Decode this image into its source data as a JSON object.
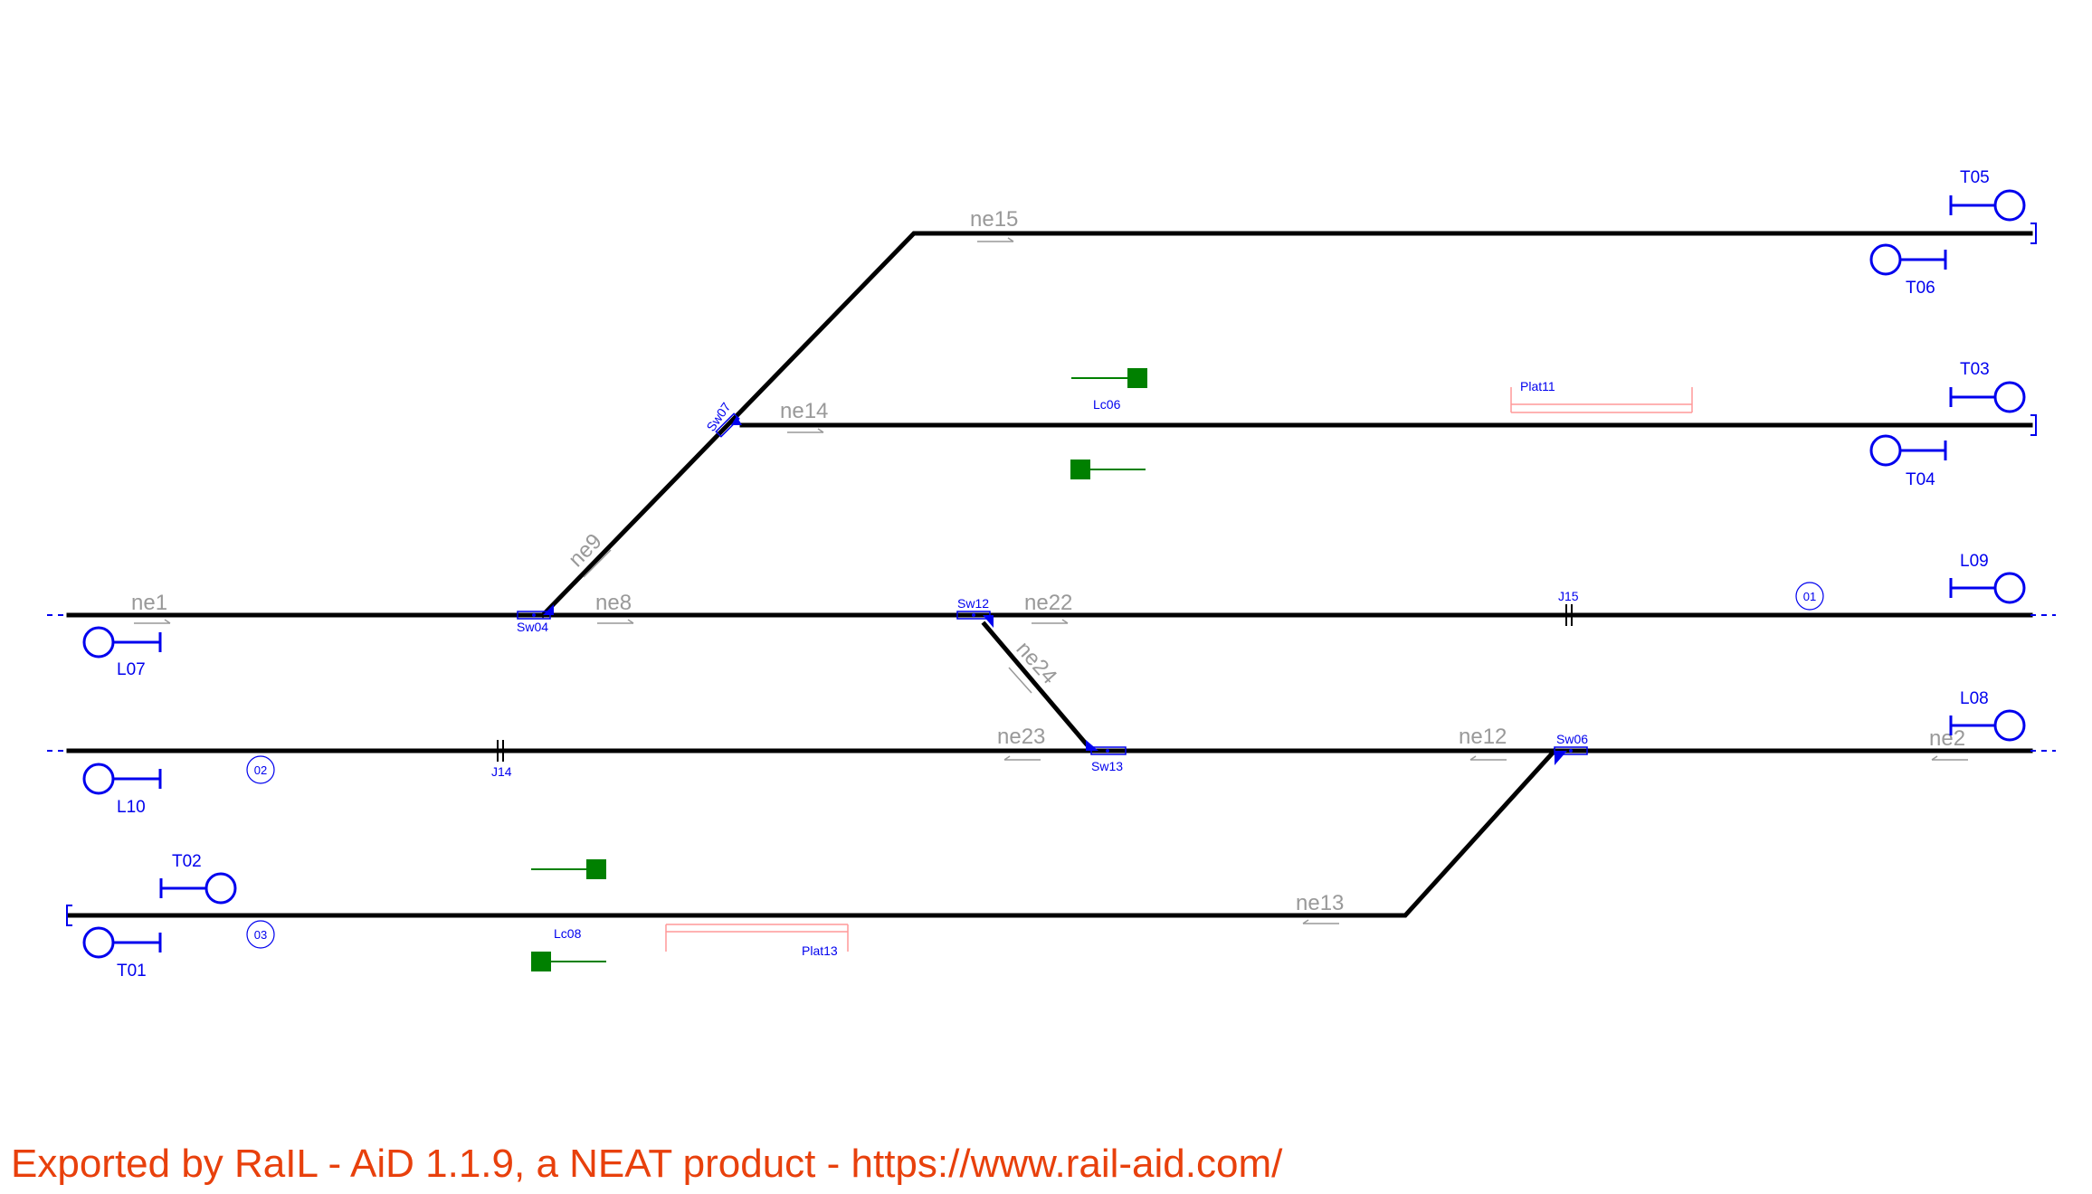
{
  "colors": {
    "track": "#000000",
    "edge_label": "#999999",
    "signal": "#0000ee",
    "level_crossing": "#008000",
    "platform": "#ff9999",
    "footer": "#e8400c"
  },
  "edges": [
    "ne1",
    "ne8",
    "ne9",
    "ne15",
    "ne14",
    "ne22",
    "ne24",
    "ne23",
    "ne12",
    "ne2",
    "ne13"
  ],
  "switches": [
    "Sw04",
    "Sw07",
    "Sw12",
    "Sw13",
    "Sw06"
  ],
  "joints": [
    "J15",
    "J14"
  ],
  "signals": [
    "T05",
    "T06",
    "T03",
    "T04",
    "L09",
    "L08",
    "L07",
    "L10",
    "T02",
    "T01"
  ],
  "level_crossings": [
    "Lc06",
    "Lc08"
  ],
  "platforms": [
    "Plat11",
    "Plat13"
  ],
  "routes": [
    "01",
    "02",
    "03"
  ],
  "footer": "Exported by RaIL - AiD  1.1.9, a NEAT product - https://www.rail-aid.com/"
}
